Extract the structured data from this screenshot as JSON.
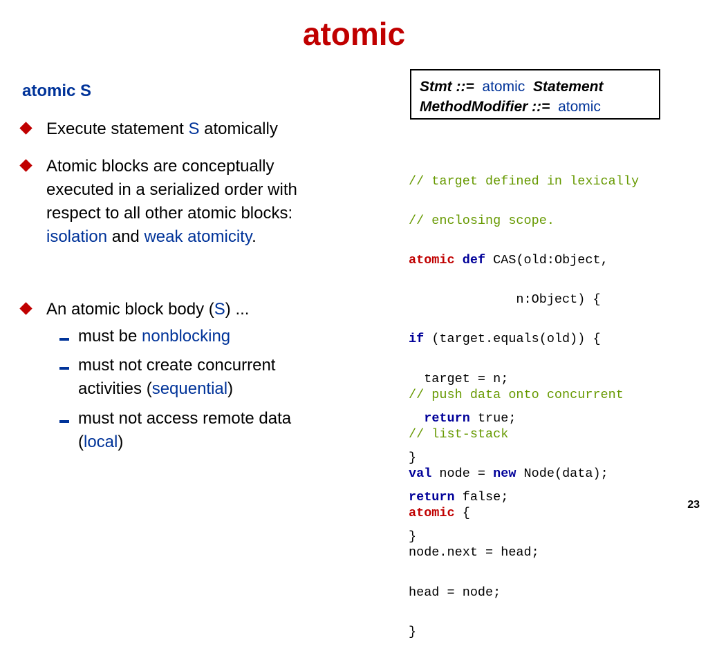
{
  "slide": {
    "title": "atomic",
    "subheading": "atomic S",
    "page_number": "23"
  },
  "bullets": {
    "b1": {
      "pre": "Execute statement ",
      "hl": "S",
      "post": " atomically"
    },
    "b2": {
      "lines": [
        "Atomic blocks are conceptually",
        "executed in a serialized order with",
        "respect to all other atomic blocks:"
      ],
      "hl1": "isolation",
      "mid": " and ",
      "hl2": "weak atomicity",
      "end": "."
    },
    "b3": {
      "pre": "An atomic block body (",
      "hl": "S",
      "post": ") ..."
    },
    "sub1": {
      "pre": "must be ",
      "hl": "nonblocking"
    },
    "sub2": {
      "line1": "must not create concurrent",
      "pre": "activities (",
      "hl": "sequential",
      "post": ")"
    },
    "sub3": {
      "line1": "must not access remote data",
      "pre": "(",
      "hl": "local",
      "post": ")"
    }
  },
  "syntax": {
    "line1": {
      "lhs": "Stmt ::=",
      "kw": "atomic",
      "rhs": "Statement"
    },
    "line2": {
      "lhs": "MethodModifier ::=",
      "kw": "atomic"
    }
  },
  "code1": {
    "c1": "// target defined in lexically",
    "c2": "// enclosing scope.",
    "l3_kw1": "atomic",
    "l3_kw2": "def",
    "l3_rest": " CAS(old:Object,",
    "l4": "              n:Object) {",
    "l5_kw": "if",
    "l5_rest": " (target.equals(old)) {",
    "l6": "  target = n;",
    "l7_kw": "return",
    "l7_rest": " true;",
    "l8": "}",
    "l9_kw": "return",
    "l9_rest": " false;",
    "l10": "}"
  },
  "code2": {
    "c1": "// push data onto concurrent",
    "c2": "// list-stack",
    "l3_kw": "val",
    "l3_mid": " node = ",
    "l3_kw2": "new",
    "l3_rest": " Node(data);",
    "l4_kw": "atomic",
    "l4_rest": " {",
    "l5": "node.next = head;",
    "l6": "head = node;",
    "l7": "}"
  },
  "colors": {
    "title_red": "#c00000",
    "accent_blue": "#003399",
    "comment_green": "#669900",
    "keyword_blue": "#000099"
  }
}
